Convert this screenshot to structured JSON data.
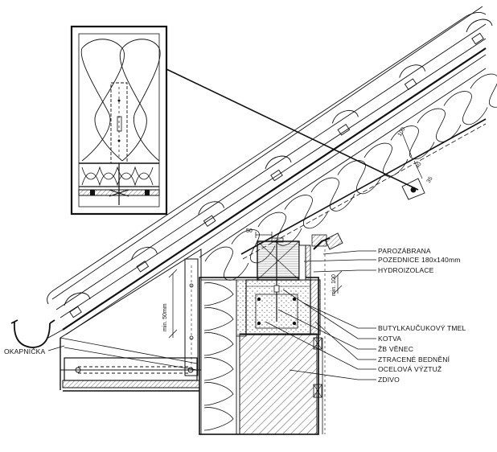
{
  "labels": {
    "parozabrana": "PAROZÁBRANA",
    "pozednice": "POZEDNICE 180x140mm",
    "hydroizolace": "HYDROIZOLACE",
    "butyl": "BUTYLKAUČUKOVÝ TMEL",
    "kotva": "KOTVA",
    "venec": "ŽB VĚNEC",
    "bedneni": "ZTRACENÉ BEDNĚNÍ",
    "vyztuz": "OCELOVÁ VÝZTUŽ",
    "zdivo": "ZDIVO",
    "okapnicka": "OKAPNIČKA"
  },
  "dimensions": {
    "d50": "50",
    "d100": "100",
    "d40": "40",
    "d35": "35",
    "min50": "min. 50mm",
    "min100": "min. 100"
  },
  "colors": {
    "line": "#111111",
    "hatch": "#333333",
    "paper": "#ffffff"
  }
}
